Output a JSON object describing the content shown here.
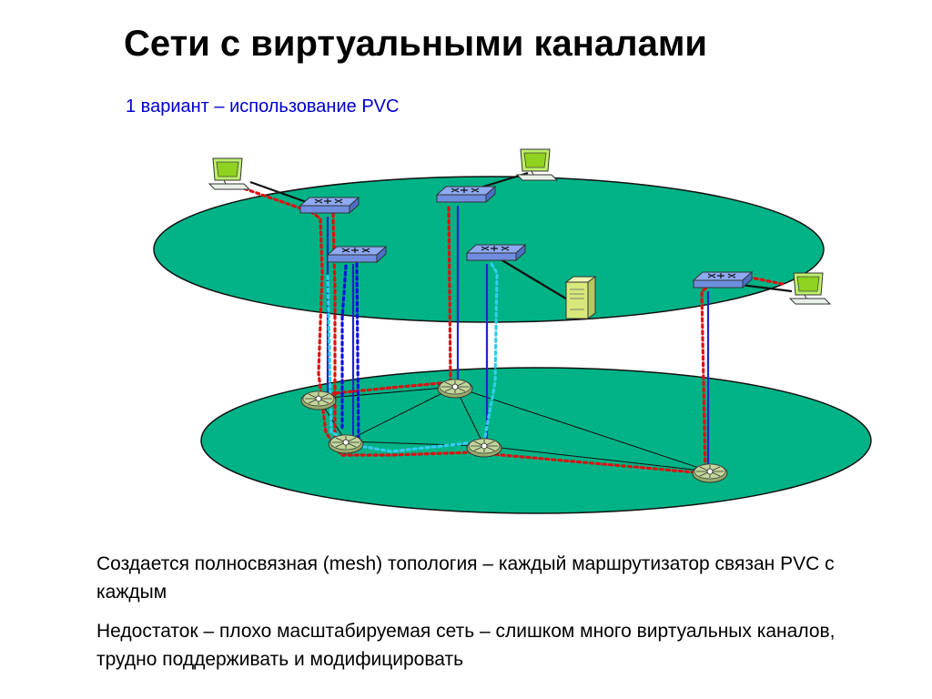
{
  "slide": {
    "title": "Сети с виртуальными каналами",
    "subtitle": "1 вариант – использование PVC"
  },
  "body": {
    "paragraph1": "Создается полносвязная (mesh) топология – каждый маршрутизатор связан PVC с каждым",
    "paragraph2": "Недостаток – плохо масштабируемая сеть – слишком много виртуальных каналов, трудно поддерживать и модифицировать"
  },
  "colors": {
    "plane": "#00b386",
    "title": "#000000",
    "subtitle": "#0000cc",
    "pvc_red": "#dd1111",
    "pvc_blue": "#1010e0",
    "pvc_cyan": "#33ccee",
    "link_solid": "#2222cc",
    "monitor": "#99e033",
    "server": "#d8e87a",
    "router": "#7fa0ea"
  },
  "icons": {
    "router": "router-icon",
    "switch": "switch-icon",
    "monitor": "computer-icon",
    "server": "server-icon"
  }
}
